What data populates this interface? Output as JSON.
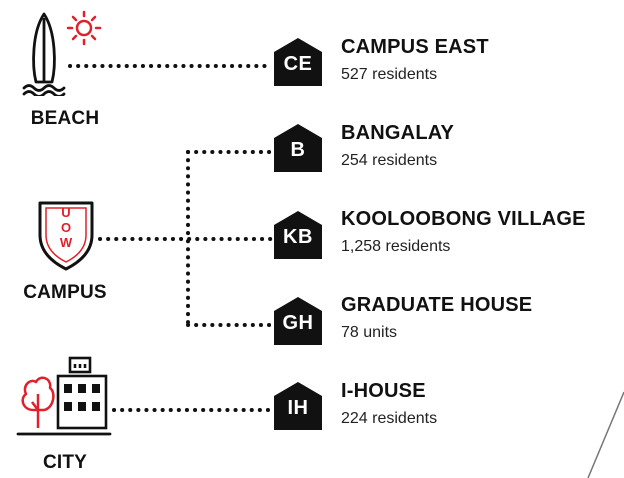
{
  "colors": {
    "accent": "#e0202a",
    "ink": "#111111"
  },
  "locations": [
    {
      "id": "beach",
      "label": "BEACH",
      "icon": "surfboard-sun-icon"
    },
    {
      "id": "campus",
      "label": "CAMPUS",
      "icon": "uow-shield-icon"
    },
    {
      "id": "city",
      "label": "CITY",
      "icon": "city-buildings-tree-icon"
    }
  ],
  "residences": [
    {
      "code": "CE",
      "name": "CAMPUS EAST",
      "count": "527 residents"
    },
    {
      "code": "B",
      "name": "BANGALAY",
      "count": "254 residents"
    },
    {
      "code": "KB",
      "name": "KOOLOOBONG VILLAGE",
      "count": "1,258 residents"
    },
    {
      "code": "GH",
      "name": "GRADUATE HOUSE",
      "count": "78 units"
    },
    {
      "code": "IH",
      "name": "I-HOUSE",
      "count": "224 residents"
    }
  ],
  "shield_letters": [
    "U",
    "O",
    "W"
  ]
}
